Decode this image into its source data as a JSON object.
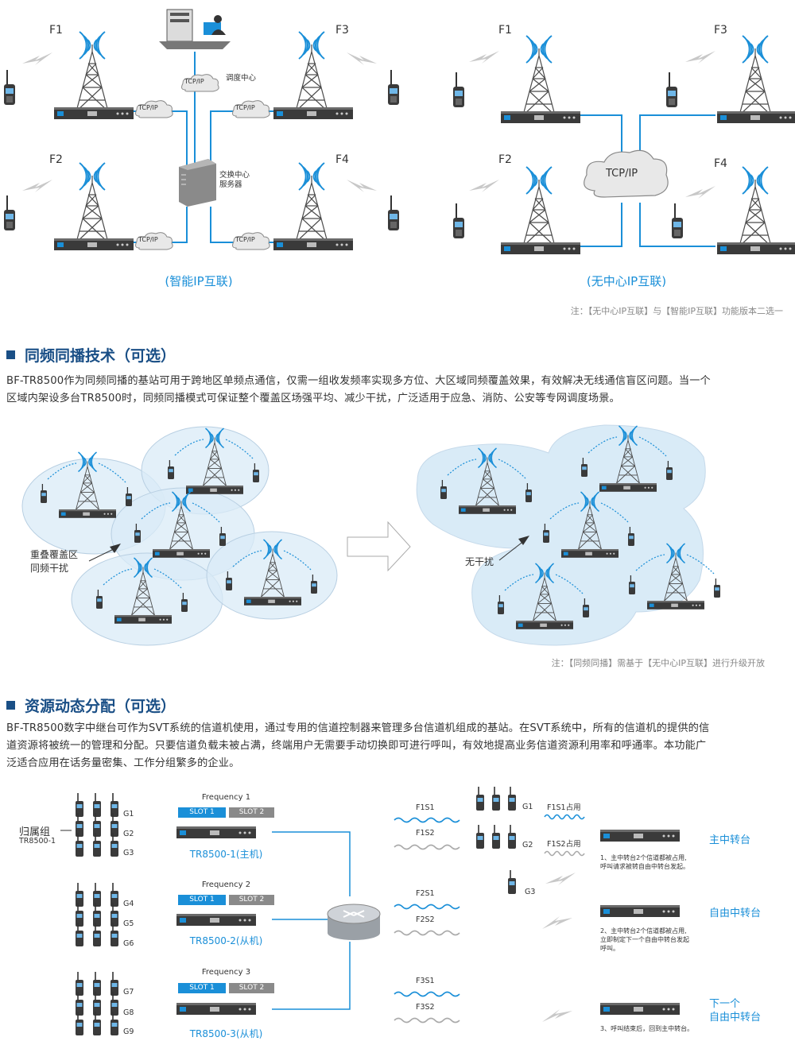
{
  "top": {
    "left_caption": "(智能IP互联)",
    "right_caption": "(无中心IP互联)",
    "freq_labels": [
      "F1",
      "F2",
      "F3",
      "F4"
    ],
    "tcpip": "TCP/IP",
    "dispatch_center": "调度中心",
    "switch_center_line1": "交换中心",
    "switch_center_line2": "服务器",
    "note": "注：【无中心IP互联】与【智能IP互联】功能版本二选一"
  },
  "sec1": {
    "title": "同频同播技术（可选）",
    "para_line1": "BF-TR8500作为同频同播的基站可用于跨地区单频点通信，仅需一组收发频率实现多方位、大区域同频覆盖效果，有效解决无线通信盲区问题。当一个",
    "para_line2": "区域内架设多台TR8500时，同频同播模式可保证整个覆盖区场强平均、减少干扰，广泛适用于应急、消防、公安等专网调度场景。",
    "overlap_line1": "重叠覆盖区",
    "overlap_line2": "同频干扰",
    "no_interference": "无干扰",
    "note": "注：【同频同播】需基于【无中心IP互联】进行升级开放"
  },
  "sec2": {
    "title": "资源动态分配（可选）",
    "para_line1": "BF-TR8500数字中继台可作为SVT系统的信道机使用，通过专用的信道控制器来管理多台信道机组成的基站。在SVT系统中，所有的信道机的提供的信",
    "para_line2": "道资源将被统一的管理和分配。只要信道负载未被占满，终端用户无需要手动切换即可进行呼叫，有效地提高业务信道资源利用率和呼通率。本功能广",
    "para_line3": "泛适合应用在话务量密集、工作分组繁多的企业。",
    "group_label": "归属组",
    "group_sub": "TR8500-1",
    "groups": [
      "G1",
      "G2",
      "G3",
      "G4",
      "G5",
      "G6",
      "G7",
      "G8",
      "G9"
    ],
    "frequencies": [
      "Frequency 1",
      "Frequency 2",
      "Frequency 3"
    ],
    "slot1": "SLOT 1",
    "slot2": "SLOT 2",
    "units": [
      "TR8500-1(主机)",
      "TR8500-2(从机)",
      "TR8500-3(从机)"
    ],
    "signals": [
      "F1S1",
      "F1S2",
      "F2S1",
      "F2S2",
      "F3S1",
      "F3S2"
    ],
    "right_groups": [
      "G1",
      "G2",
      "G3"
    ],
    "occupied": [
      "F1S1占用",
      "F1S2占用"
    ],
    "roles": [
      "主中转台",
      "自由中转台",
      "下一个",
      "自由中转台"
    ],
    "desc1_line1": "1、主中转台2个信道都被占用,",
    "desc1_line2": "呼叫请求被转自由中转台发起。",
    "desc2_line1": "2、主中转台2个信道都被占用,",
    "desc2_line2": "立即制定下一个自由中转台发起",
    "desc2_line3": "呼叫。",
    "desc3": "3、呼叫结束后，回到主中转台。",
    "colors": {
      "accent": "#1a8fd8",
      "slot1": "#1a8fd8",
      "slot2": "#8a8a8a"
    }
  }
}
